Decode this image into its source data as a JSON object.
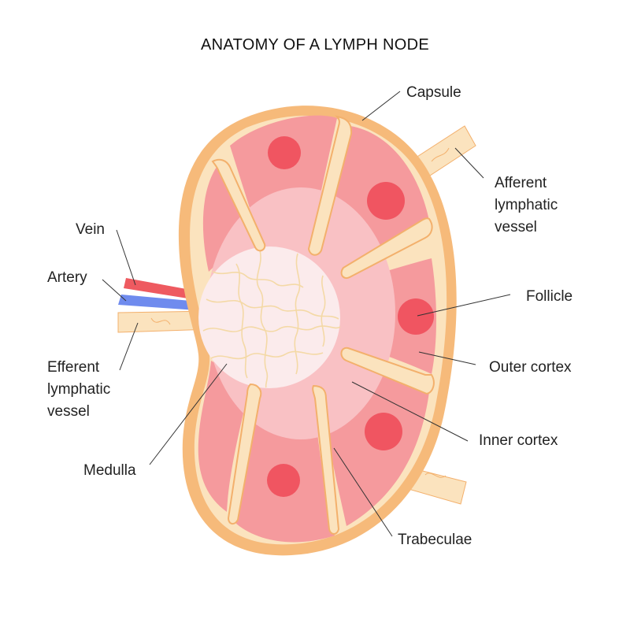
{
  "title": "ANATOMY OF A LYMPH NODE",
  "colors": {
    "capsule": "#F6BA7A",
    "trabeculae": "#FBE3BE",
    "trabeculae_outline": "#F3B06C",
    "outer_cortex": "#F59A9D",
    "follicle": "#F05561",
    "inner_cortex": "#F9C1C4",
    "medulla": "#FBEBEC",
    "medulla_lines": "#F4D9A6",
    "vein": "#EE5A60",
    "artery": "#6F8BEE",
    "vessel": "#FBE3BE"
  },
  "labels": {
    "capsule": "Capsule",
    "afferent": [
      "Afferent",
      "lymphatic",
      "vessel"
    ],
    "vein": "Vein",
    "artery": "Artery",
    "follicle": "Follicle",
    "efferent": [
      "Efferent",
      "lymphatic",
      "vessel"
    ],
    "outer_cortex": "Outer cortex",
    "inner_cortex": "Inner cortex",
    "medulla": "Medulla",
    "trabeculae": "Trabeculae"
  }
}
